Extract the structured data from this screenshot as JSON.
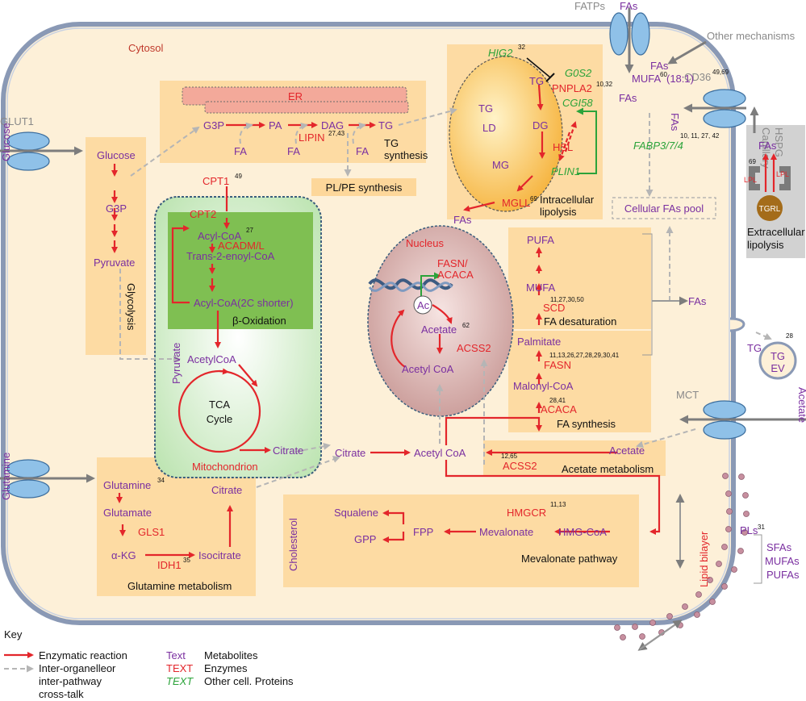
{
  "compartments": {
    "cytosol": "Cytosol",
    "er": "ER",
    "nucleus": "Nucleus",
    "mitochondrion": "Mitochondrion",
    "capillary": "Capillary",
    "hspg": "HSPG",
    "lipid_bilayer": "Lipid bilayer"
  },
  "transporters": {
    "glut1": "GLUT1",
    "fatps": "FATPs",
    "cd36": "CD36",
    "cd36_ref": "49,69",
    "other_mechanisms": "Other mechanisms",
    "mct": "MCT"
  },
  "external": {
    "glucose": "Glucose",
    "glutamine": "Glutamine",
    "acetate": "Acetate",
    "fas_top": "FAs"
  },
  "glycolysis": {
    "glucose": "Glucose",
    "g3p": "G3P",
    "pyruvate": "Pyruvate",
    "label": "Glycolysis"
  },
  "tg_synthesis": {
    "g3p": "G3P",
    "pa": "PA",
    "dag": "DAG",
    "tg": "TG",
    "fa": "FA",
    "lipin": "LIPIN",
    "lipin_ref": "27,43",
    "label_1": "TG",
    "label_2": "synthesis",
    "pl_pe": "PL/PE synthesis"
  },
  "lipolysis": {
    "hig2": "HIG2",
    "hig2_ref": "32",
    "g0s2": "G0S2",
    "pnpla2": "PNPLA2",
    "pnpla2_ref": "10,32",
    "cgi58": "CGI58",
    "hsl": "HSL",
    "plin1": "PLIN1",
    "mgll": "MGLL",
    "mgll_ref": "69",
    "tg_inner": "TG",
    "ld": "LD",
    "tg": "TG",
    "dg": "DG",
    "mg": "MG",
    "fas": "FAs",
    "label_1": "Intracellular",
    "label_2": "lipolysis"
  },
  "uptake": {
    "fas_1": "FAs",
    "mufa": "MUFA",
    "mufa_ref": "60",
    "mufa_tail": "(18:1)",
    "fas_2": "FAs",
    "fas_3": "FAs",
    "fabp_ref": "10, 11, 27, 42",
    "fabp": "FABP3/7/4",
    "pool": "Cellular FAs pool"
  },
  "extracellular": {
    "fas": "FAs",
    "lpl": "LPL",
    "lpl_ref": "69",
    "tgrl": "TGRL",
    "label_1": "Extracellular",
    "label_2": "lipolysis"
  },
  "beta_oxidation": {
    "cpt1": "CPT1",
    "cpt1_ref": "49",
    "cpt2": "CPT2",
    "acyl_coa": "Acyl-CoA",
    "acyl_ref": "27",
    "acadm": "ACADM/L",
    "trans": "Trans-2-enoyl-CoA",
    "acyl_short": "Acyl-CoA(2C shorter)",
    "label": "β-Oxidation",
    "pyruvate": "Pyruvate",
    "acetylcoa": "AcetylCoA",
    "tca_1": "TCA",
    "tca_2": "Cycle",
    "citrate": "Citrate"
  },
  "nucleus": {
    "fasn": "FASN/",
    "acaca": "ACACA",
    "ac": "Ac",
    "acetate": "Acetate",
    "acetate_ref": "62",
    "acss2": "ACSS2",
    "acetyl_coa": "Acetyl CoA"
  },
  "fa_synthesis": {
    "pufa": "PUFA",
    "mufa": "MUFA",
    "scd_ref": "11,27,30,50",
    "scd": "SCD",
    "desat_label": "FA desaturation",
    "fas_out": "FAs",
    "palmitate": "Palmitate",
    "fasn_ref": "11,13,26,27,28,29,30,41",
    "fasn": "FASN",
    "malonyl": "Malonyl-CoA",
    "acaca_ref": "28,41",
    "acaca": "ACACA",
    "label": "FA synthesis"
  },
  "central": {
    "citrate": "Citrate",
    "acetyl_coa": "Acetyl CoA"
  },
  "acetate_metabolism": {
    "acetate": "Acetate",
    "acss2_ref": "12,65",
    "acss2": "ACSS2",
    "label": "Acetate metabolism"
  },
  "glutamine_metabolism": {
    "glutamine": "Glutamine",
    "glutamine_ref": "34",
    "glutamate": "Glutamate",
    "gls1": "GLS1",
    "akg": "α-KG",
    "idh1": "IDH1",
    "idh1_ref": "35",
    "isocitrate": "Isocitrate",
    "citrate": "Citrate",
    "label": "Glutamine metabolism"
  },
  "mevalonate": {
    "cholesterol": "Cholesterol",
    "squalene": "Squalene",
    "gpp": "GPP",
    "fpp": "FPP",
    "mevalonate": "Mevalonate",
    "hmgcoa": "HMG-CoA",
    "hmgcr": "HMGCR",
    "hmgcr_ref": "11,13",
    "label": "Mevalonate pathway"
  },
  "membrane": {
    "pls": "PLs",
    "pls_ref": "31",
    "sfas": "SFAs",
    "mufas": "MUFAs",
    "pufas": "PUFAs"
  },
  "ev": {
    "tg": "TG",
    "ref": "28",
    "tg2": "TG",
    "ev": "EV"
  },
  "key": {
    "title": "Key",
    "enzymatic": "Enzymatic reaction",
    "cross_1": "Inter-organelleor",
    "cross_2": "inter-pathway",
    "cross_3": "cross-talk",
    "sample_text": "Text",
    "sample_enzyme": "TEXT",
    "sample_protein": "TEXT",
    "metabolites": "Metabolites",
    "enzymes": "Enzymes",
    "other_proteins": "Other cell. Proteins"
  },
  "colors": {
    "metabolite": "#7a2fa0",
    "enzyme": "#e3262b",
    "protein": "#2ba33a",
    "pathway_box": "#fdd79a",
    "cytosol": "#fdf0d8"
  }
}
